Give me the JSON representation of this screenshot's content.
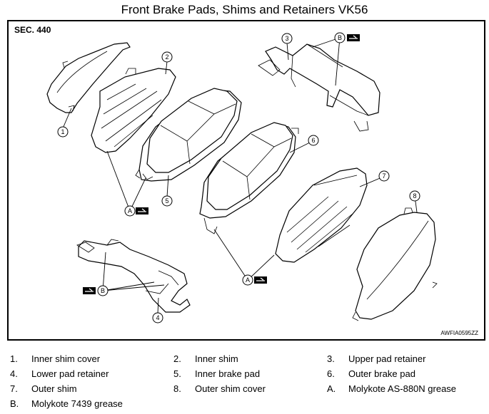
{
  "title": "Front Brake Pads, Shims and Retainers VK56",
  "section_label": "SEC. 440",
  "figure_code": "AWFIA0595ZZ",
  "callouts": {
    "c1": "1",
    "c2": "2",
    "c3": "3",
    "c4": "4",
    "c5": "5",
    "c6": "6",
    "c7": "7",
    "c8": "8",
    "a_upper": "A",
    "a_lower": "A",
    "b_upper": "B",
    "b_lower": "B"
  },
  "legend": [
    {
      "key": "1.",
      "text": "Inner shim cover"
    },
    {
      "key": "2.",
      "text": "Inner shim"
    },
    {
      "key": "3.",
      "text": "Upper pad retainer"
    },
    {
      "key": "4.",
      "text": "Lower pad retainer"
    },
    {
      "key": "5.",
      "text": "Inner brake pad"
    },
    {
      "key": "6.",
      "text": "Outer brake pad"
    },
    {
      "key": "7.",
      "text": "Outer shim"
    },
    {
      "key": "8.",
      "text": "Outer shim cover"
    },
    {
      "key": "A.",
      "text": "Molykote AS-880N grease"
    },
    {
      "key": "B.",
      "text": "Molykote 7439 grease"
    }
  ]
}
